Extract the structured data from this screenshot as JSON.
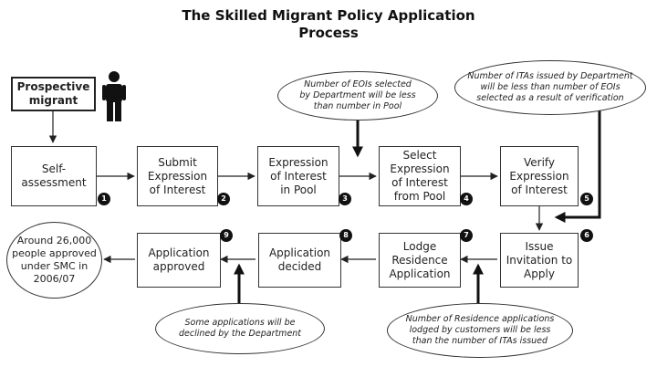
{
  "title": "The Skilled Migrant Policy Application\nProcess",
  "actor": {
    "label": "Prospective\nmigrant",
    "icon": "person-icon"
  },
  "steps": [
    {
      "label": "Self-\nassessment",
      "number": "1"
    },
    {
      "label": "Submit\nExpression\nof Interest",
      "number": "2"
    },
    {
      "label": "Expression\nof Interest\nin Pool",
      "number": "3"
    },
    {
      "label": "Select\nExpression\nof Interest\nfrom Pool",
      "number": "4"
    },
    {
      "label": "Verify\nExpression\nof Interest",
      "number": "5"
    },
    {
      "label": "Issue\nInvitation to\nApply",
      "number": "6"
    },
    {
      "label": "Lodge\nResidence\nApplication",
      "number": "7"
    },
    {
      "label": "Application\ndecided",
      "number": "8"
    },
    {
      "label": "Application\napproved",
      "number": "9"
    }
  ],
  "notes": [
    "Number of EOIs selected\nby Department will be less\nthan number in Pool",
    "Number of ITAs issued by Department\nwill be less than number of EOIs\nselected as a result of verification",
    "Some applications will be\ndeclined by the Department",
    "Number of Residence applications\nlodged by customers will be less\nthan the number of ITAs issued"
  ],
  "result": "Around 26,000\npeople approved\nunder SMC in\n2006/07"
}
